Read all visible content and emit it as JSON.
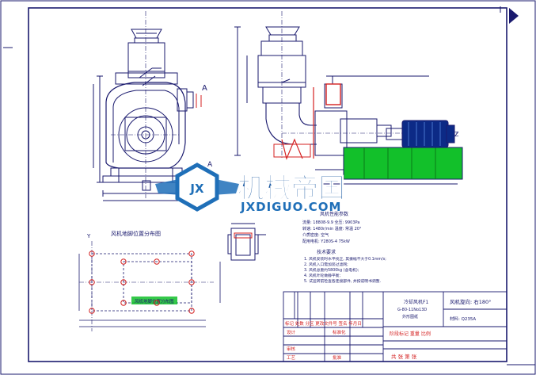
{
  "colors": {
    "line": "#1a1a6e",
    "accent_red": "#d42020",
    "machine_green": "#12c02a",
    "motor_fill": "#0c2a86",
    "logo_blue": "#1f6fb8",
    "logo_text": "#1656a0",
    "paper": "#ffffff"
  },
  "drawing_labels": {
    "view_marker_a": "A",
    "axis_label_z": "Z",
    "axis_label_y": "Y",
    "foundation_title": "风机地脚位置分布图",
    "foundation_note": "风机地脚位置分布图",
    "tech_params_title": "风机性能参数",
    "tech_params": [
      "流量: 18808-9.9   全压: 9903Pa",
      "转速: 1480r/min   温度: 常温 20°",
      "介质密度: 空气",
      "配用电机: Y280S-4 75kW"
    ],
    "requirements_title": "技术要求",
    "requirements": [
      "1. 风机安装时水平找正, 其振幅不大于0.1mm/s;",
      "2. 风机入口需加装过滤网;",
      "3. 风机总重约5800kg (含电机);",
      "4. 风机叶轮做静平衡;",
      "5. 试运转前检查各连接部件, 并按说明书调整."
    ]
  },
  "watermark": {
    "logo_text": "机械帝国",
    "domain": "JXDIGUO.COM",
    "emblem_letters": "JX"
  },
  "title_block": {
    "name_line1": "冷却风机F1",
    "name_line2": "G-80-11No13D",
    "name_line3": "外形图纸",
    "rotation": "风机旋向: 右180°",
    "material": "材料: Q235A",
    "revision_row": "标记  处数  分区  更改文件号  签名  年月日",
    "design": "设计",
    "standardize": "标准化",
    "review": "审核",
    "process": "工艺",
    "approve": "批准",
    "stage_mark": "阶段标记  重量  比例",
    "sheets": "共  张  第  张"
  }
}
